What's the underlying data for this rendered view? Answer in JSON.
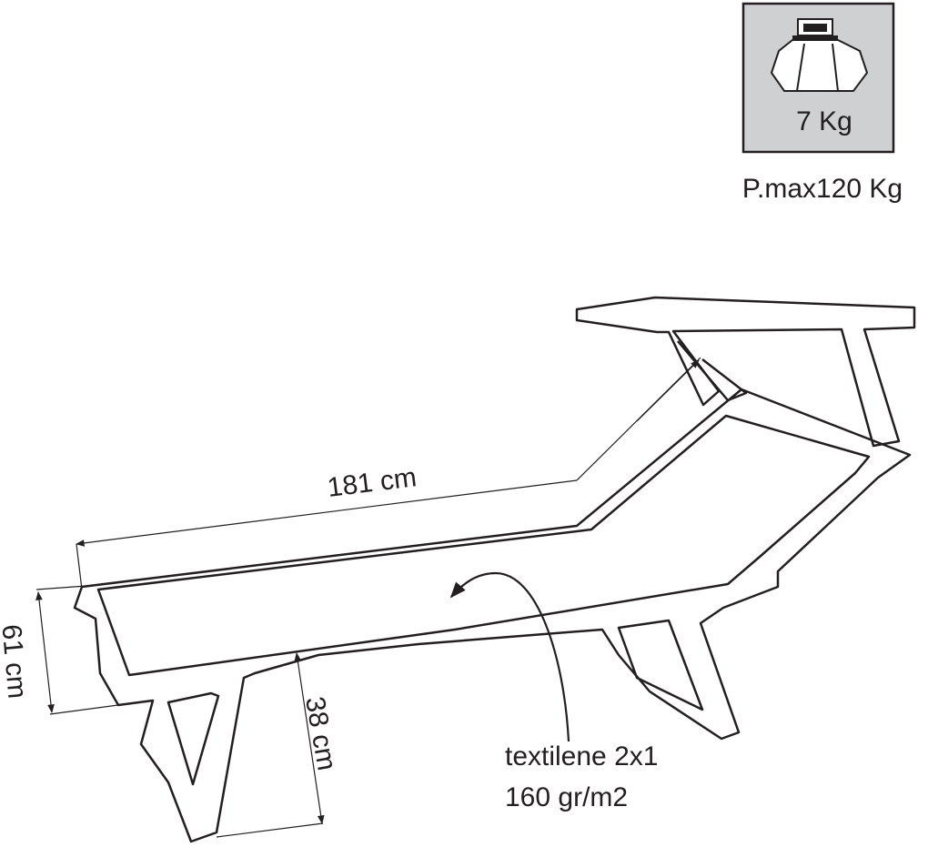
{
  "weight_badge": {
    "icon": "weight-icon",
    "weight": "7 Kg",
    "background_color": "#cfd0d2"
  },
  "max_load": "P.max120 Kg",
  "dimensions": {
    "length": "181 cm",
    "width": "61 cm",
    "height": "38 cm"
  },
  "material": {
    "line1": "textilene 2x1",
    "line2": "160 gr/m2"
  },
  "colors": {
    "line": "#231f20",
    "background": "#ffffff"
  }
}
